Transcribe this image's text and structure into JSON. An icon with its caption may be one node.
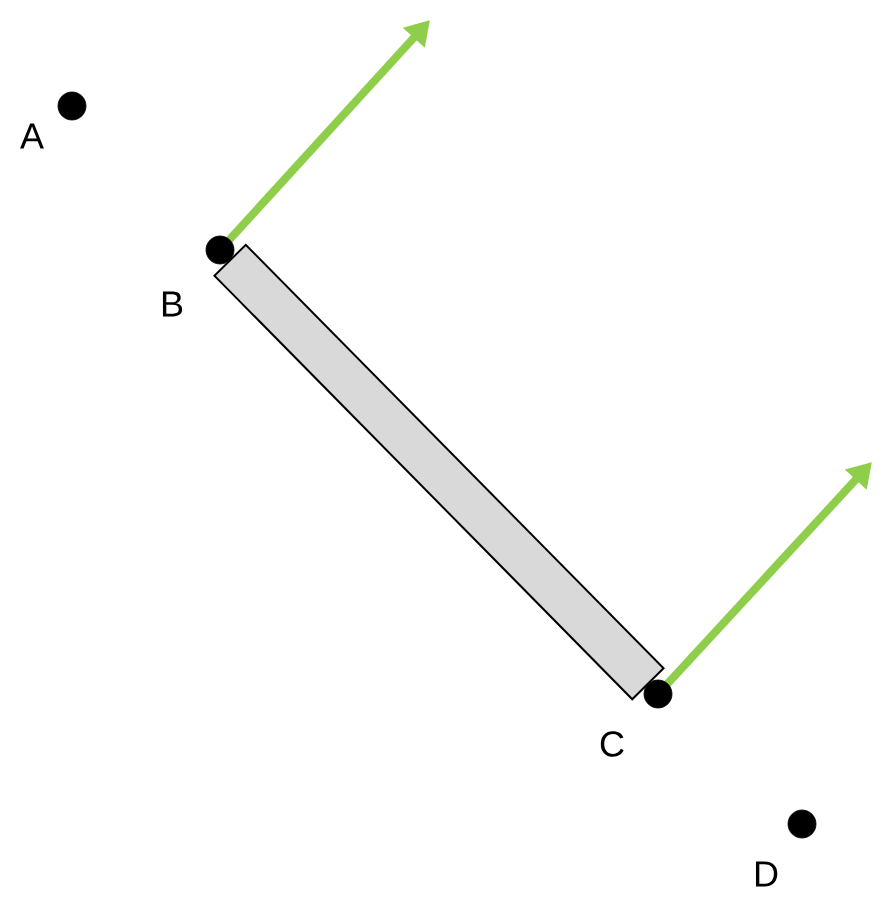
{
  "diagram": {
    "nodes": [
      {
        "text": [],
        "shape": "circle",
        "beside": [
          "A"
        ]
      },
      {
        "text": [],
        "shape": "circle",
        "beside": [
          "B"
        ]
      },
      {
        "text": [],
        "shape": "circle",
        "beside": [
          "C"
        ]
      },
      {
        "text": [],
        "shape": "circle",
        "beside": [
          "D"
        ]
      }
    ],
    "edges": [
      {
        "from": 1,
        "to": 2,
        "arrow": "none"
      }
    ]
  }
}
